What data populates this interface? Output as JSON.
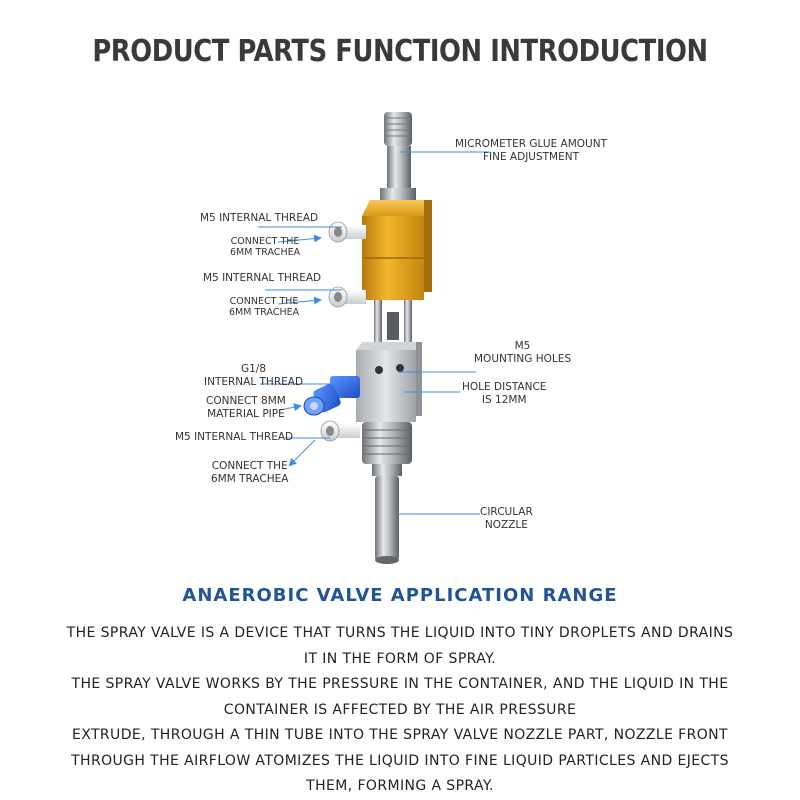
{
  "title": "PRODUCT PARTS FUNCTION INTRODUCTION",
  "labels": {
    "micrometer_1": "MICROMETER GLUE AMOUNT",
    "micrometer_2": "FINE ADJUSTMENT",
    "m5_thread_1": "M5 INTERNAL THREAD",
    "connect_6mm_1a": "CONNECT THE",
    "connect_6mm_1b": "6MM TRACHEA",
    "m5_thread_2": "M5 INTERNAL THREAD",
    "connect_6mm_2a": "CONNECT THE",
    "connect_6mm_2b": "6MM TRACHEA",
    "m5_holes_1": "M5",
    "m5_holes_2": "MOUNTING HOLES",
    "hole_distance_1": "HOLE DISTANCE",
    "hole_distance_2": "IS 12MM",
    "g18_1": "G1/8",
    "g18_2": "INTERNAL THREAD",
    "connect_8mm_1": "CONNECT 8MM",
    "connect_8mm_2": "MATERIAL PIPE",
    "m5_thread_3": "M5 INTERNAL THREAD",
    "connect_6mm_3a": "CONNECT THE",
    "connect_6mm_3b": "6MM TRACHEA",
    "nozzle_1": "CIRCULAR",
    "nozzle_2": "NOZZLE"
  },
  "subtitle": "ANAEROBIC VALVE APPLICATION RANGE",
  "description": [
    "THE SPRAY VALVE IS A DEVICE THAT TURNS THE LIQUID INTO TINY DROPLETS AND DRAINS",
    "IT IN THE FORM OF SPRAY.",
    "THE SPRAY VALVE WORKS BY THE PRESSURE IN THE CONTAINER, AND THE LIQUID IN THE",
    "CONTAINER IS AFFECTED BY THE AIR PRESSURE",
    "EXTRUDE, THROUGH A THIN TUBE INTO THE SPRAY VALVE NOZZLE PART, NOZZLE FRONT",
    "THROUGH THE AIRFLOW ATOMIZES THE LIQUID INTO FINE LIQUID PARTICLES AND EJECTS",
    "THEM, FORMING A SPRAY."
  ],
  "colors": {
    "title": "#3a3a3a",
    "subtitle": "#1f5597",
    "arrow": "#3c8ee0",
    "body_gold": "#e6a21c",
    "fitting_blue": "#2f6fe0"
  }
}
